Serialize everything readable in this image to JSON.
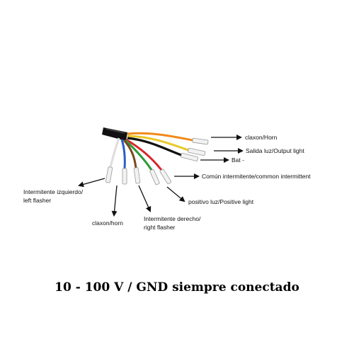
{
  "labels": {
    "horn_top": "claxon/Horn",
    "output_light": "Salida luz/Output light",
    "bat_neg": "Bat -",
    "common_flasher": "Común intermitente/common intermittent",
    "left_flasher_line1": "Intermitente izquierdo/",
    "left_flasher_line2": "left flasher",
    "horn_bottom": "claxon/horn",
    "right_flasher_line1": "Intermitente derecho/",
    "right_flasher_line2": "right flasher",
    "positive_light": "positivo luz/Positive light"
  },
  "caption": "10 - 100 V / GND siempre conectado",
  "wire_colors": {
    "orange": "#f08a1c",
    "yellow": "#e8c82a",
    "black": "#111111",
    "red": "#d8262a",
    "green": "#2f9a3a",
    "brown": "#7a4a20",
    "blue": "#2a5fc8",
    "white": "#dddddd"
  }
}
